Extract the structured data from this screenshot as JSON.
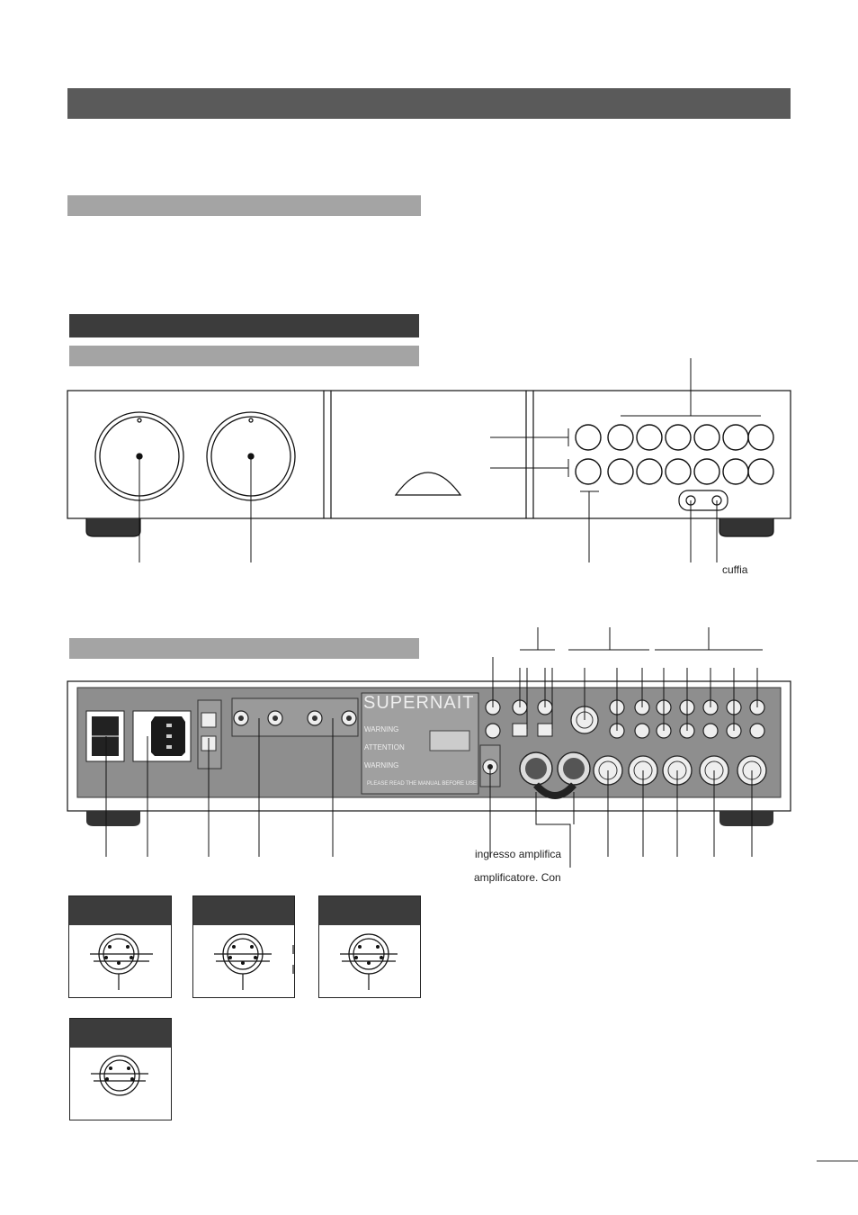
{
  "colors": {
    "header_dark": "#5a5a5a",
    "header_mid": "#a4a4a4",
    "section_dark": "#3c3c3c",
    "panel_bg": "#ffffff",
    "line": "#111111"
  },
  "labels": {
    "front_headphone": "cuffia",
    "rear_power_amp_input": "ingresso amplifica",
    "rear_power_amp_link": "amplificatore. Con"
  },
  "rear_panel_text": {
    "brand": "SUPERNAIT",
    "warning_1": "WARNING",
    "attention": "ATTENTION",
    "warning_2": "WARNING",
    "read_manual": "PLEASE READ THE MANUAL BEFORE USE"
  }
}
